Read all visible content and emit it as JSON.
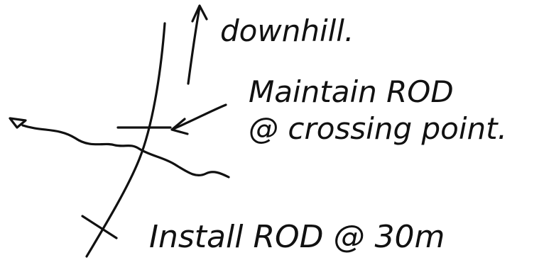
{
  "annotations": {
    "direction": "downhill.",
    "maintain_line1": "Maintain ROD",
    "maintain_line2": "@ crossing point.",
    "install": "Install ROD @ 30m"
  },
  "colors": {
    "ink": "#111111",
    "background": "#ffffff"
  },
  "icons": {
    "arrowhead": "arrow-up-icon",
    "flow_marker": "triangle-down-icon"
  }
}
